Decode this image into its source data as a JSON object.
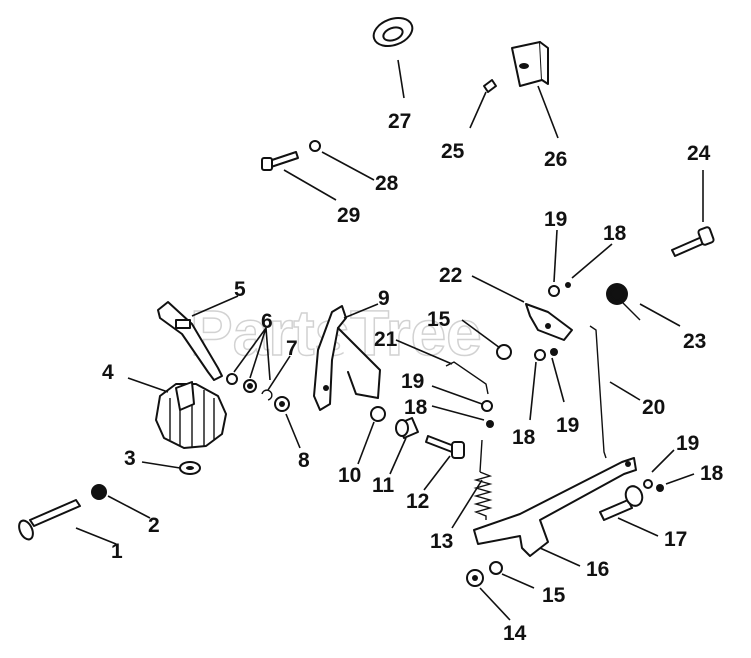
{
  "watermark": "PartsTree",
  "callouts": [
    {
      "id": "c1",
      "label": "1"
    },
    {
      "id": "c2",
      "label": "2"
    },
    {
      "id": "c3",
      "label": "3"
    },
    {
      "id": "c4",
      "label": "4"
    },
    {
      "id": "c5",
      "label": "5"
    },
    {
      "id": "c6",
      "label": "6"
    },
    {
      "id": "c7",
      "label": "7"
    },
    {
      "id": "c8",
      "label": "8"
    },
    {
      "id": "c9",
      "label": "9"
    },
    {
      "id": "c10",
      "label": "10"
    },
    {
      "id": "c11",
      "label": "11"
    },
    {
      "id": "c12",
      "label": "12"
    },
    {
      "id": "c13",
      "label": "13"
    },
    {
      "id": "c14",
      "label": "14"
    },
    {
      "id": "c15a",
      "label": "15"
    },
    {
      "id": "c15b",
      "label": "15"
    },
    {
      "id": "c16",
      "label": "16"
    },
    {
      "id": "c17",
      "label": "17"
    },
    {
      "id": "c18a",
      "label": "18"
    },
    {
      "id": "c18b",
      "label": "18"
    },
    {
      "id": "c18c",
      "label": "18"
    },
    {
      "id": "c18d",
      "label": "18"
    },
    {
      "id": "c19a",
      "label": "19"
    },
    {
      "id": "c19b",
      "label": "19"
    },
    {
      "id": "c19c",
      "label": "19"
    },
    {
      "id": "c19d",
      "label": "19"
    },
    {
      "id": "c20",
      "label": "20"
    },
    {
      "id": "c21",
      "label": "21"
    },
    {
      "id": "c22",
      "label": "22"
    },
    {
      "id": "c23",
      "label": "23"
    },
    {
      "id": "c24",
      "label": "24"
    },
    {
      "id": "c25",
      "label": "25"
    },
    {
      "id": "c26",
      "label": "26"
    },
    {
      "id": "c27",
      "label": "27"
    },
    {
      "id": "c28",
      "label": "28"
    },
    {
      "id": "c29",
      "label": "29"
    }
  ]
}
